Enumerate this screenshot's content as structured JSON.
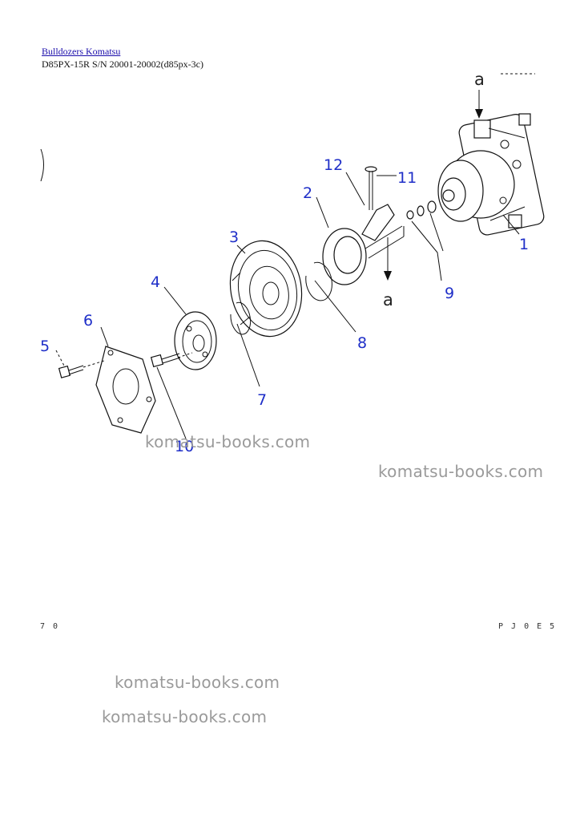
{
  "header": {
    "link_text": "Bulldozers Komatsu",
    "model_text": "D85PX-15R S/N 20001-20002(d85px-3c)"
  },
  "diagram": {
    "ref_label": "a",
    "callouts": [
      "1",
      "2",
      "3",
      "4",
      "5",
      "6",
      "7",
      "8",
      "9",
      "10",
      "11",
      "12"
    ]
  },
  "watermarks": [
    "komatsu-books.com",
    "komatsu-books.com",
    "komatsu-books.com",
    "komatsu-books.com"
  ],
  "footer": {
    "left": "7 0",
    "right": "P J 0 E 5"
  }
}
